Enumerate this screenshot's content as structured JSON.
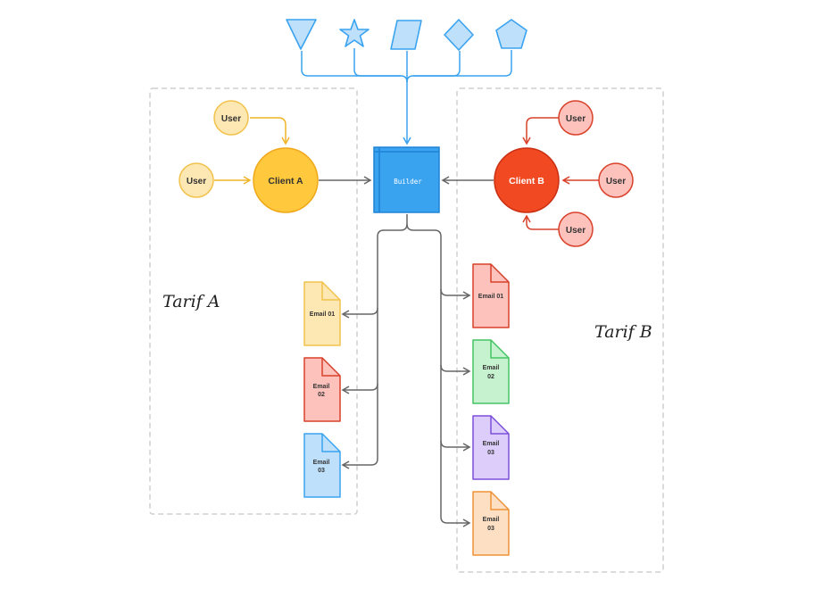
{
  "zones": {
    "a": {
      "label": "Tarif A"
    },
    "b": {
      "label": "Tarif B"
    }
  },
  "clients": {
    "a": {
      "label": "Client A",
      "users": [
        "User",
        "User"
      ],
      "fill": "#ffc83d",
      "stroke": "#f0a818",
      "user_fill": "#fde7b3"
    },
    "b": {
      "label": "Client B",
      "users": [
        "User",
        "User",
        "User"
      ],
      "fill": "#f14a22",
      "stroke": "#c92f12",
      "user_fill": "#fdc2bc"
    }
  },
  "builder": {
    "label": "Builder",
    "fill": "#3aa3f0",
    "stroke": "#1e82d6"
  },
  "shapes": [
    "triangle-icon",
    "star-icon",
    "parallelogram-icon",
    "diamond-icon",
    "pentagon-icon"
  ],
  "emails_a": [
    {
      "label1": "Email 01",
      "label2": "",
      "fill": "#fde7b3",
      "stroke": "#f1c24b"
    },
    {
      "label1": "Email",
      "label2": "02",
      "fill": "#fdc2bc",
      "stroke": "#d9402a"
    },
    {
      "label1": "Email",
      "label2": "03",
      "fill": "#bfe0fb",
      "stroke": "#3aa3f0"
    }
  ],
  "emails_b": [
    {
      "label1": "Email 01",
      "label2": "",
      "fill": "#fdc2bc",
      "stroke": "#d9402a"
    },
    {
      "label1": "Email",
      "label2": "02",
      "fill": "#c6f2cf",
      "stroke": "#45c463"
    },
    {
      "label1": "Email",
      "label2": "03",
      "fill": "#dccdfa",
      "stroke": "#7d4fd9"
    },
    {
      "label1": "Email",
      "label2": "03",
      "fill": "#fde0c4",
      "stroke": "#ef9237"
    }
  ]
}
